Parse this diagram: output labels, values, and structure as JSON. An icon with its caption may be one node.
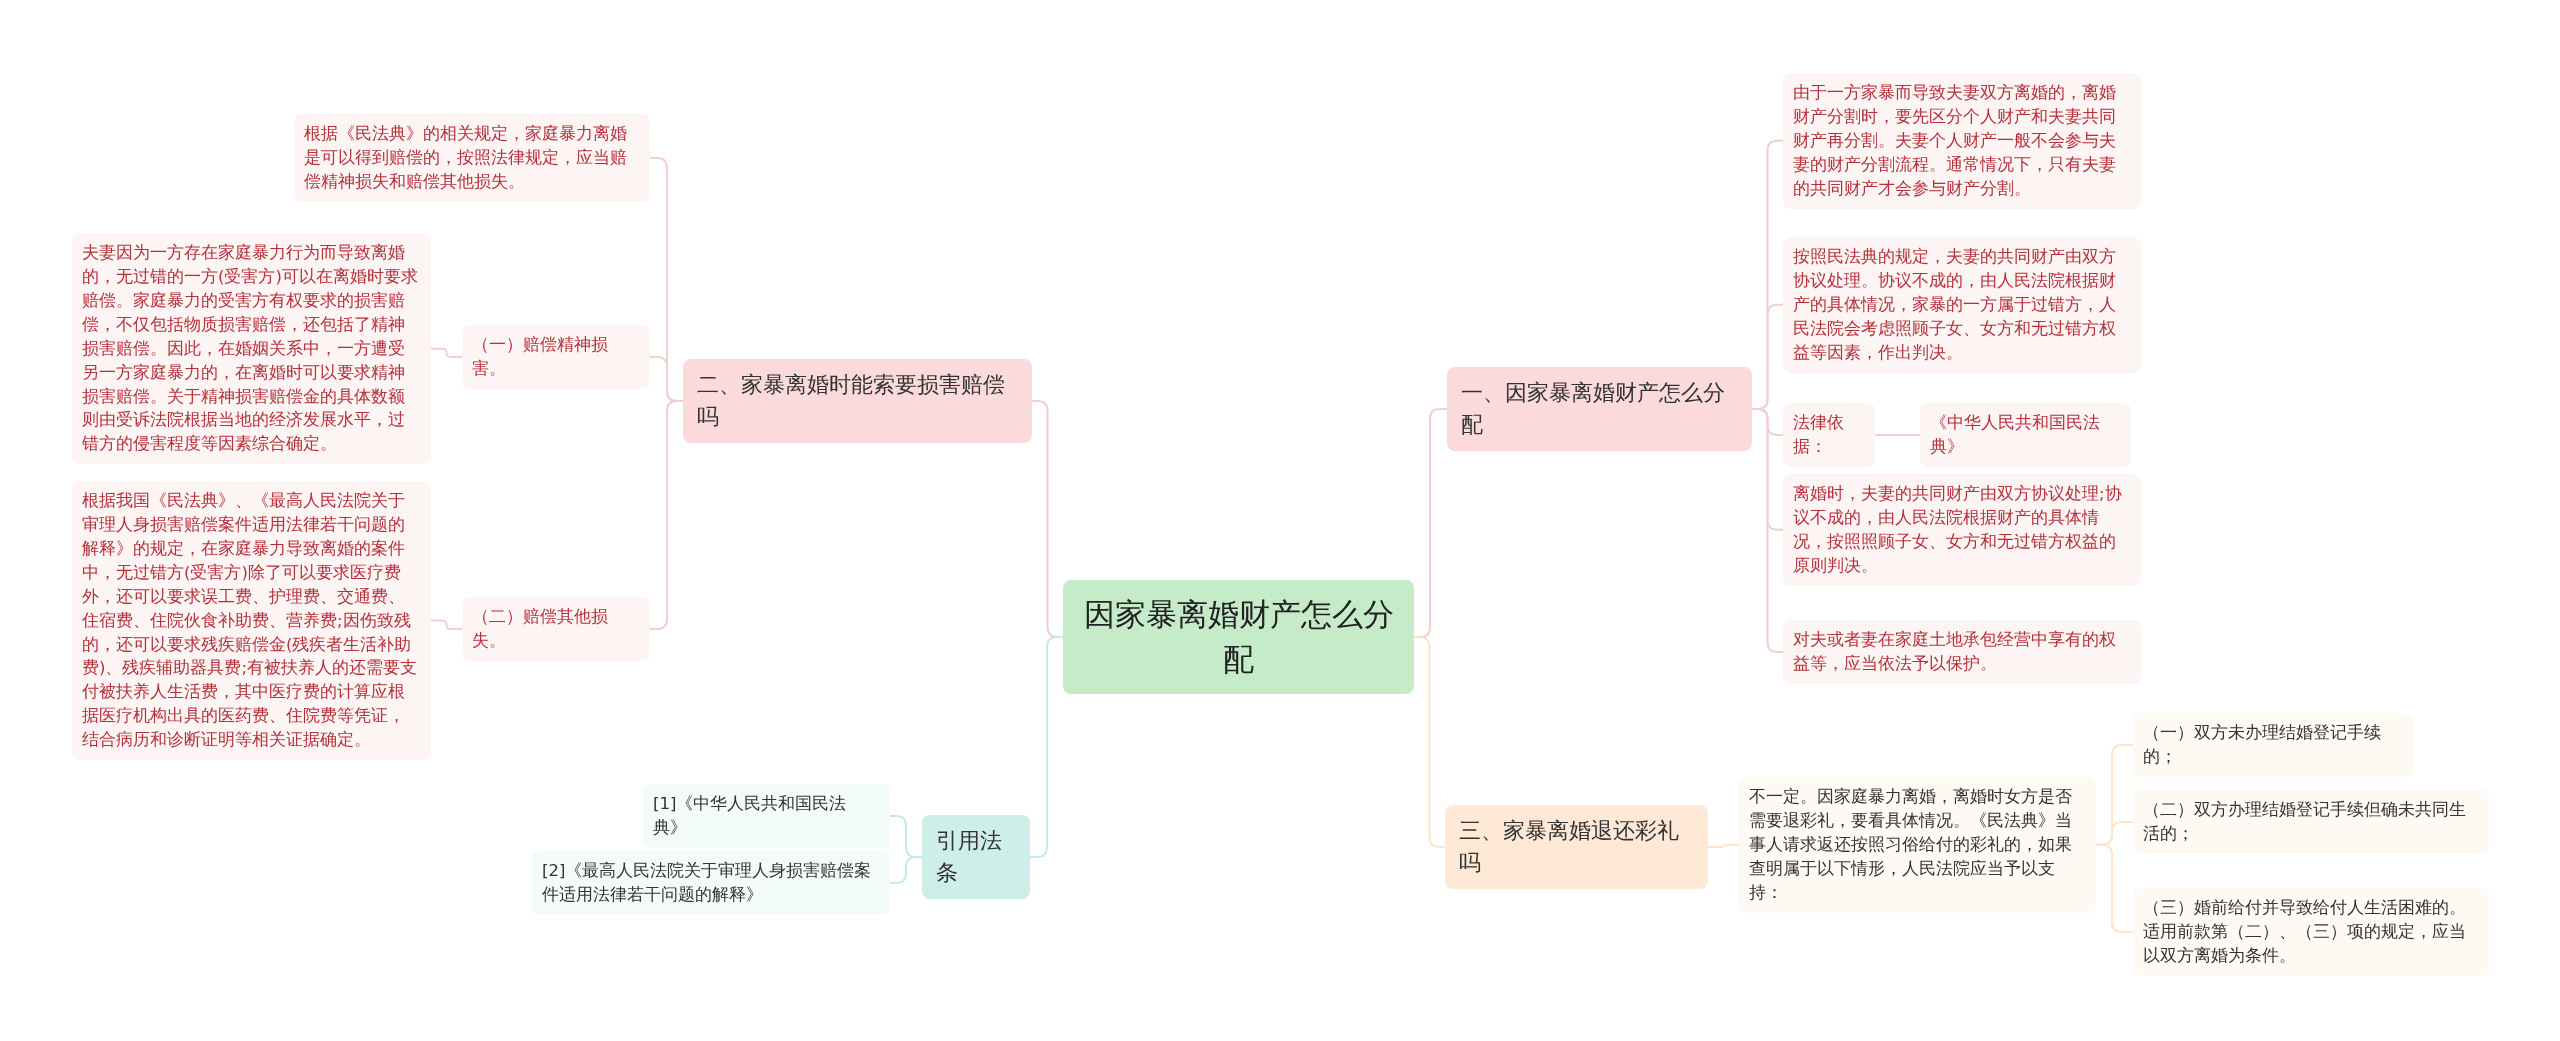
{
  "diagram": {
    "nodes": [
      {
        "text": [
          "因家暴离婚财产怎么分配"
        ]
      },
      {
        "text": [
          "一、因家暴离婚财产怎么分配"
        ]
      },
      {
        "text": [
          "由于一方家暴而导致夫妻双方离婚的，离婚财产分割时，要先区分个人财产和夫妻共同财产再分割。夫妻个人财产一般不会参与夫妻的财产分割流程。通常情况下，只有夫妻的共同财产才会参与财产分割。"
        ]
      },
      {
        "text": [
          "按照民法典的规定，夫妻的共同财产由双方协议处理。协议不成的，由人民法院根据财产的具体情况，家暴的一方属于过错方，人民法院会考虑照顾子女、女方和无过错方权益等因素，作出判决。"
        ]
      },
      {
        "text": [
          "法律依据："
        ]
      },
      {
        "text": [
          "《中华人民共和国民法典》"
        ]
      },
      {
        "text": [
          "离婚时，夫妻的共同财产由双方协议处理;协议不成的，由人民法院根据财产的具体情况，按照照顾子女、女方和无过错方权益的原则判决。"
        ]
      },
      {
        "text": [
          "对夫或者妻在家庭土地承包经营中享有的权益等，应当依法予以保护。"
        ]
      },
      {
        "text": [
          "三、家暴离婚退还彩礼吗"
        ]
      },
      {
        "text": [
          "不一定。因家庭暴力离婚，离婚时女方是否需要退彩礼，要看具体情况。《民法典》当事人请求返还按照习俗给付的彩礼的，如果查明属于以下情形，人民法院应当予以支持："
        ]
      },
      {
        "text": [
          "（一）双方未办理结婚登记手续的；"
        ]
      },
      {
        "text": [
          "（二）双方办理结婚登记手续但确未共同生活的；"
        ]
      },
      {
        "text": [
          "（三）婚前给付并导致给付人生活困难的。适用前款第（二）、（三）项的规定，应当以双方离婚为条件。"
        ]
      },
      {
        "text": [
          "二、家暴离婚时能索要损害赔偿吗"
        ]
      },
      {
        "text": [
          "根据《民法典》的相关规定，家庭暴力离婚是可以得到赔偿的，按照法律规定，应当赔偿精神损失和赔偿其他损失。"
        ]
      },
      {
        "text": [
          "（一）赔偿精神损害。"
        ]
      },
      {
        "text": [
          "夫妻因为一方存在家庭暴力行为而导致离婚的，无过错的一方(受害方)可以在离婚时要求赔偿。家庭暴力的受害方有权要求的损害赔偿，不仅包括物质损害赔偿，还包括了精神损害赔偿。因此，在婚姻关系中，一方遭受另一方家庭暴力的，在离婚时可以要求精神损害赔偿。关于精神损害赔偿金的具体数额则由受诉法院根据当地的经济发展水平，过错方的侵害程度等因素综合确定。"
        ]
      },
      {
        "text": [
          "（二）赔偿其他损失。"
        ]
      },
      {
        "text": [
          "根据我国《民法典》、《最高人民法院关于审理人身损害赔偿案件适用法律若干问题的解释》的规定，在家庭暴力导致离婚的案件中，无过错方(受害方)除了可以要求医疗费外，还可以要求误工费、护理费、交通费、住宿费、住院伙食补助费、营养费;因伤致残的，还可以要求残疾赔偿金(残疾者生活补助费)、残疾辅助器具费;有被扶养人的还需要支付被扶养人生活费，其中医疗费的计算应根据医疗机构出具的医药费、住院费等凭证，结合病历和诊断证明等相关证据确定。"
        ]
      },
      {
        "text": [
          "引用法条"
        ]
      },
      {
        "text": [
          "[1]《中华人民共和国民法典》"
        ]
      },
      {
        "text": [
          "[2]《最高人民法院关于审理人身损害赔偿案件适用法律若干问题的解释》"
        ]
      }
    ],
    "edges": [
      {
        "from": 0,
        "to": 1,
        "arrow": "none"
      },
      {
        "from": 1,
        "to": 2,
        "arrow": "none"
      },
      {
        "from": 1,
        "to": 3,
        "arrow": "none"
      },
      {
        "from": 1,
        "to": 4,
        "arrow": "none"
      },
      {
        "from": 4,
        "to": 5,
        "arrow": "none"
      },
      {
        "from": 1,
        "to": 6,
        "arrow": "none"
      },
      {
        "from": 1,
        "to": 7,
        "arrow": "none"
      },
      {
        "from": 0,
        "to": 8,
        "arrow": "none",
        "color": "#fbe6cc"
      },
      {
        "from": 8,
        "to": 9,
        "arrow": "none",
        "color": "#fbe6cc"
      },
      {
        "from": 9,
        "to": 10,
        "arrow": "none",
        "color": "#fbe6cc"
      },
      {
        "from": 9,
        "to": 11,
        "arrow": "none",
        "color": "#fbe6cc"
      },
      {
        "from": 9,
        "to": 12,
        "arrow": "none",
        "color": "#fbe6cc"
      },
      {
        "from": 0,
        "to": 13,
        "arrow": "none"
      },
      {
        "from": 13,
        "to": 14,
        "arrow": "none"
      },
      {
        "from": 13,
        "to": 15,
        "arrow": "none"
      },
      {
        "from": 15,
        "to": 16,
        "arrow": "none"
      },
      {
        "from": 13,
        "to": 17,
        "arrow": "none"
      },
      {
        "from": 17,
        "to": 18,
        "arrow": "none"
      },
      {
        "from": 0,
        "to": 19,
        "arrow": "none",
        "color": "#c4ebe5"
      },
      {
        "from": 19,
        "to": 20,
        "arrow": "none",
        "color": "#c4ebe5"
      },
      {
        "from": 19,
        "to": 21,
        "arrow": "none",
        "color": "#c4ebe5"
      }
    ]
  }
}
